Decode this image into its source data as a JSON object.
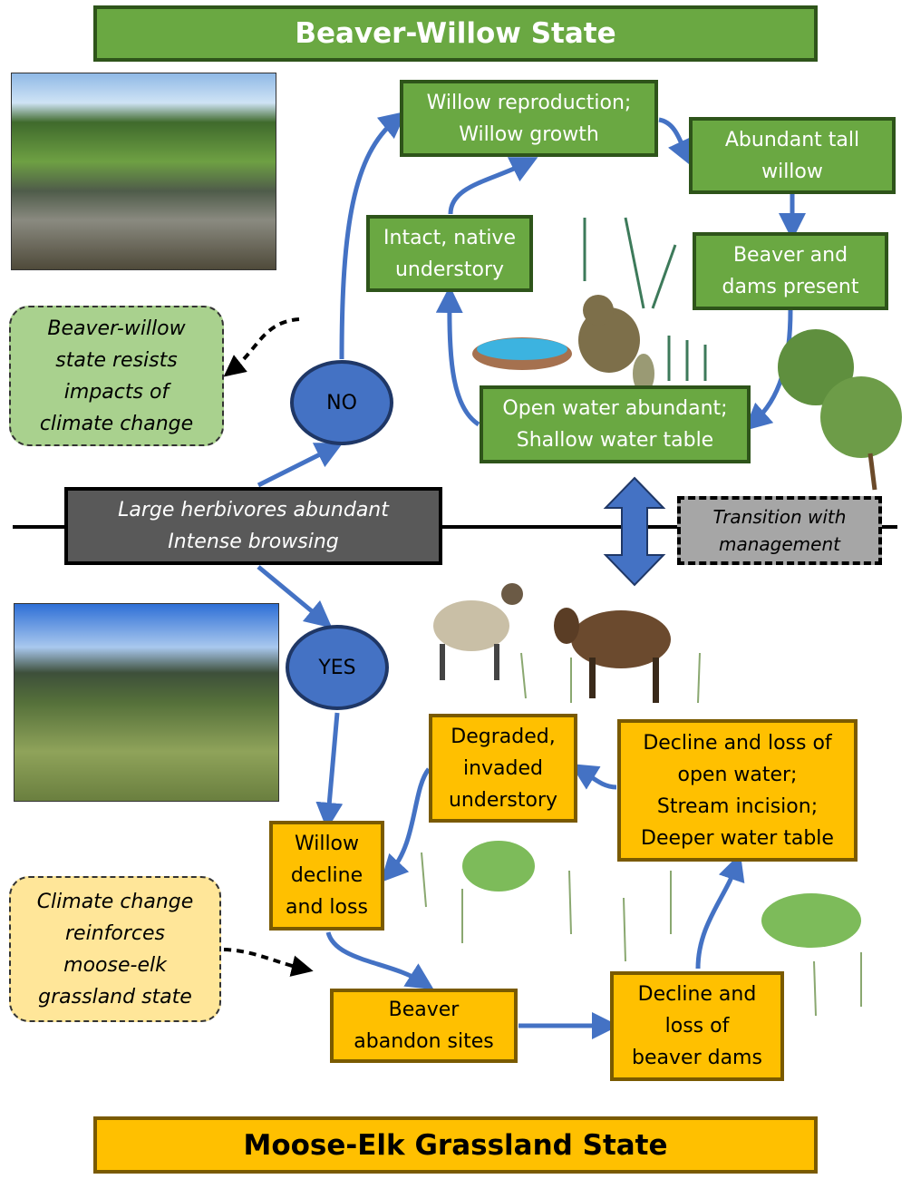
{
  "top_title": "Beaver-Willow State",
  "bottom_title": "Moose-Elk Grassland State",
  "green_boxes": {
    "willow_repro": "Willow reproduction;\nWillow growth",
    "abundant_willow": "Abundant tall\nwillow",
    "intact_understory": "Intact, native\nunderstory",
    "beaver_dams": "Beaver and\ndams present",
    "open_water": "Open water abundant;\nShallow water table"
  },
  "orange_boxes": {
    "degraded": "Degraded,\ninvaded\nunderstory",
    "decline_water": "Decline and loss of\nopen water;\nStream incision;\nDeeper water table",
    "willow_decline": "Willow\ndecline\nand loss",
    "beaver_abandon": "Beaver\nabandon sites",
    "decline_dams": "Decline and\nloss of\nbeaver dams"
  },
  "callouts": {
    "resists": "Beaver-willow\nstate resists\nimpacts of\nclimate change",
    "reinforces": "Climate change\nreinforces\nmoose-elk\ngrassland state"
  },
  "decision": {
    "question": "Large herbivores abundant\nIntense browsing",
    "no": "NO",
    "yes": "YES"
  },
  "transition": "Transition with\nmanagement",
  "colors": {
    "green": "#6aa842",
    "orange": "#ffc000",
    "arrow": "#4472c4",
    "callout_green": "#a9d18e",
    "callout_yellow": "#ffe699",
    "decision": "#595959",
    "transition": "#a6a6a6"
  }
}
